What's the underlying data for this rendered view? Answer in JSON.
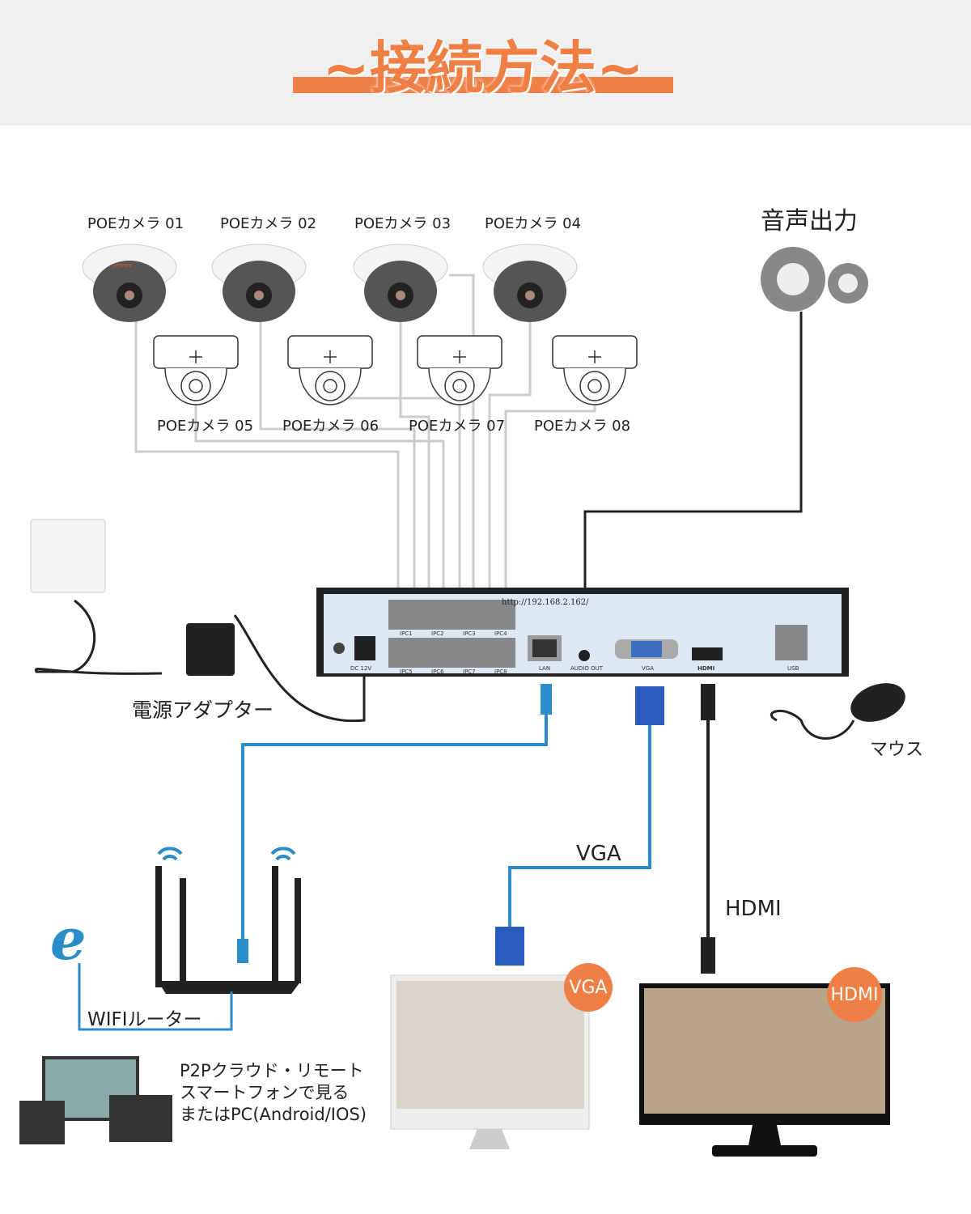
{
  "title": "~接続方法~",
  "cameras": [
    "POEカメラ 01",
    "POEカメラ 02",
    "POEカメラ 03",
    "POEカメラ 04",
    "POEカメラ 05",
    "POEカメラ 06",
    "POEカメラ 07",
    "POEカメラ 08"
  ],
  "camera_brand": "Jennov",
  "audio_output": "音声出力",
  "power_adapter": "電源アダプター",
  "mouse": "マウス",
  "router": "WIFIルーター",
  "nvr": {
    "url": "http://192.168.2.162/",
    "ports": [
      "IPC1",
      "IPC2",
      "IPC3",
      "IPC4",
      "IPC5",
      "IPC6",
      "IPC7",
      "IPC8"
    ],
    "dc": "DC 12V",
    "lan": "LAN",
    "audio_out": "AUDIO OUT",
    "vga": "VGA",
    "hdmi": "HDMI",
    "usb": "USB"
  },
  "vga_label": "VGA",
  "hdmi_label": "HDMI",
  "monitor_vga_badge": "VGA",
  "monitor_hdmi_badge": "HDMI",
  "p2p": [
    "P2Pクラウド・リモート",
    "スマートフォンで見る",
    "またはPC(Android/IOS)"
  ],
  "colors": {
    "accent": "#f07f45",
    "lan_cable": "#2a8cc8",
    "nvr_panel": "#dce9f5"
  }
}
